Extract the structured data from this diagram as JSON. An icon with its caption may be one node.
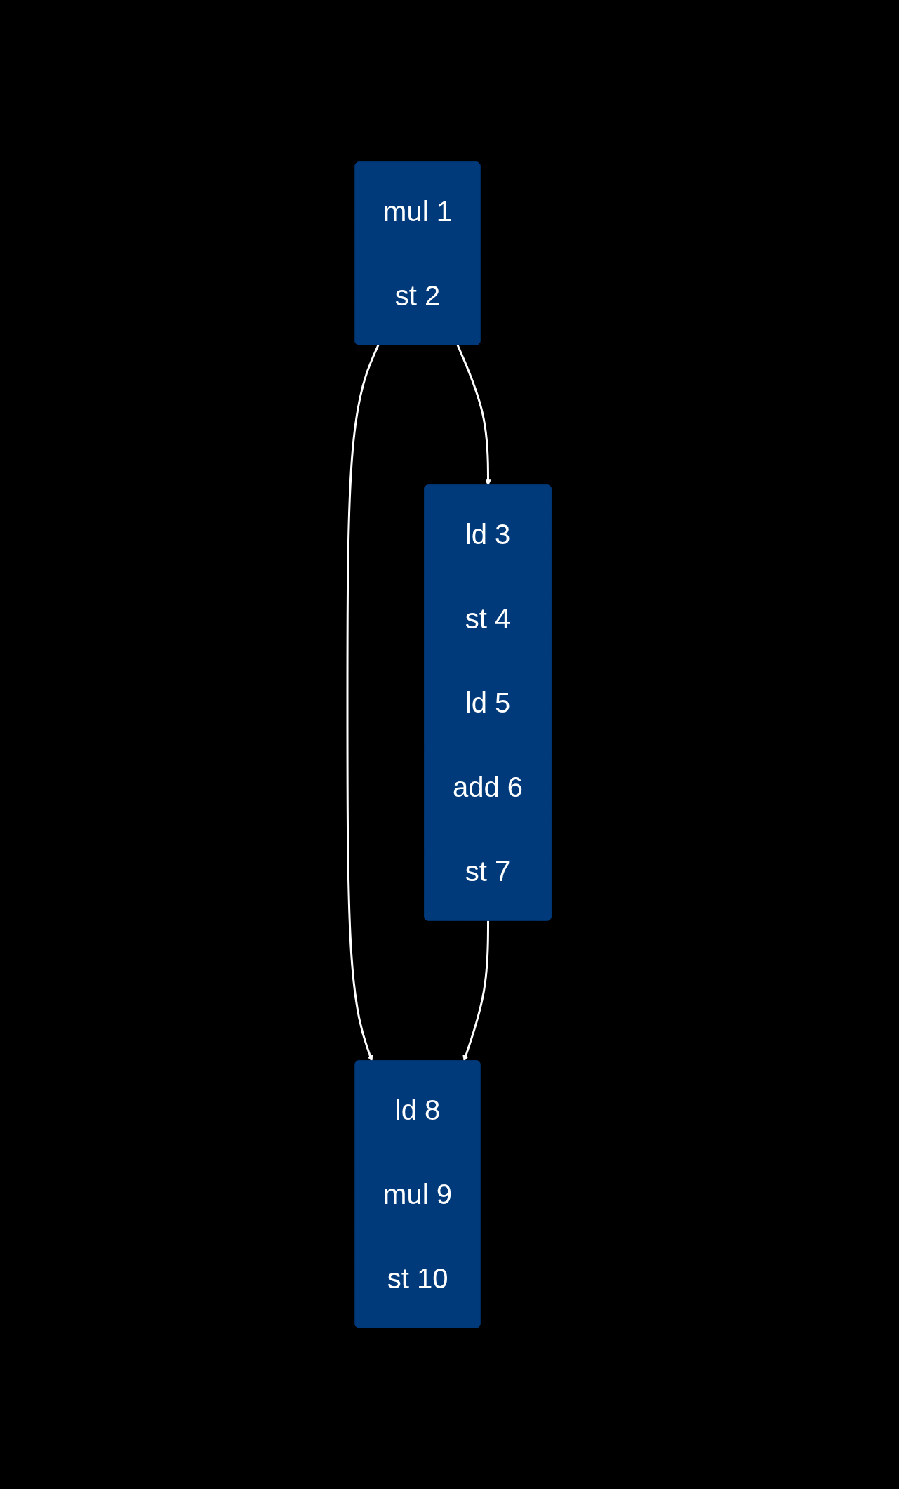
{
  "diagram": {
    "nodes": [
      {
        "text": [
          "mul 1",
          "st 2"
        ]
      },
      {
        "text": [
          "ld 3",
          "st 4",
          "ld 5",
          "add 6",
          "st 7"
        ]
      },
      {
        "text": [
          "ld 8",
          "mul 9",
          "st 10"
        ]
      }
    ],
    "edges": [
      {
        "from": 0,
        "to": 2,
        "arrow": "to"
      },
      {
        "from": 0,
        "to": 1,
        "arrow": "to"
      },
      {
        "from": 1,
        "to": 2,
        "arrow": "to"
      }
    ]
  }
}
